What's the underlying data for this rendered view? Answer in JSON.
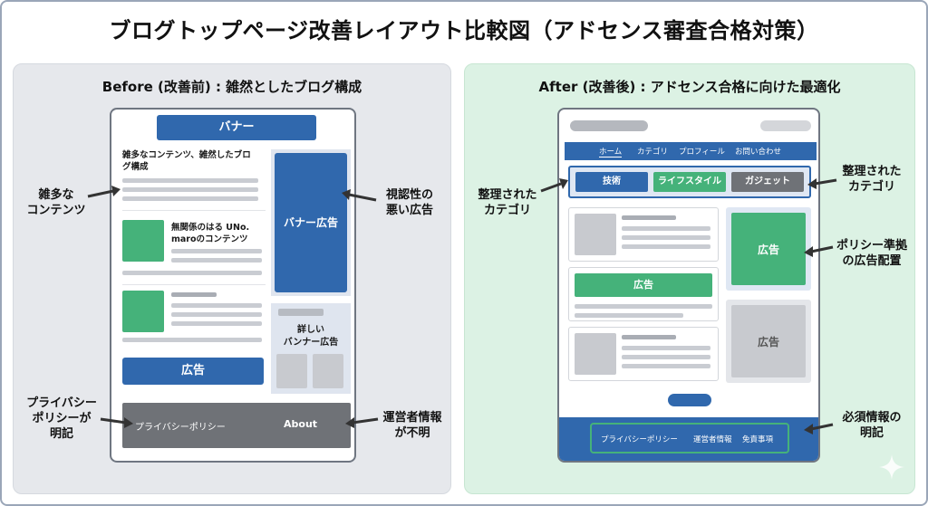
{
  "title": "ブログトップページ改善レイアウト比較図（アドセンス審査合格対策）",
  "before": {
    "heading": "Before (改善前) : 雑然としたブログ構成",
    "banner": "バナー",
    "post1_title": "雑多なコンテンツ、雑然したブロ グ構成",
    "post2_title_line1": "無関係のはる UNo.",
    "post2_title_line2": "maroのコンテンツ",
    "banner_ad": "バナー広告",
    "small_banner_line1": "詳しい",
    "small_banner_line2": "バンナー広告",
    "ad_label": "広告",
    "footer_privacy": "プライバシーポリシー",
    "footer_about": "About",
    "callout_left1_line1": "雑多な",
    "callout_left1_line2": "コンテンツ",
    "callout_right1_line1": "視認性の",
    "callout_right1_line2": "悪い広告",
    "callout_left2_line1": "プライバシー",
    "callout_left2_line2": "ポリシーが",
    "callout_left2_line3": "明記",
    "callout_right2_line1": "運営者情報",
    "callout_right2_line2": "が不明"
  },
  "after": {
    "heading": "After (改善後) : アドセンス合格に向けた最適化",
    "nav": [
      "ホーム",
      "カテゴリ",
      "プロフィール",
      "お問い合わせ"
    ],
    "categories": [
      "技術",
      "ライフスタイル",
      "ガジェット"
    ],
    "ad_label_right": "広告",
    "ad_label_mid": "広告",
    "ad_label_gray": "広告",
    "footer_links": [
      "プライバシーポリシー",
      "運営者情報",
      "免責事項"
    ],
    "callout_left_line1": "整理された",
    "callout_left_line2": "カテゴリ",
    "callout_right1_line1": "整理された",
    "callout_right1_line2": "カテゴリ",
    "callout_right2_line1": "ポリシー準拠",
    "callout_right2_line2": "の広告配置",
    "callout_right3_line1": "必須情報の",
    "callout_right3_line2": "明記"
  },
  "colors": {
    "blue": "#3068ad",
    "green": "#45b27a",
    "gray": "#6f7277",
    "before_bg": "#e6e8ec",
    "after_bg": "#dcf2e4"
  }
}
